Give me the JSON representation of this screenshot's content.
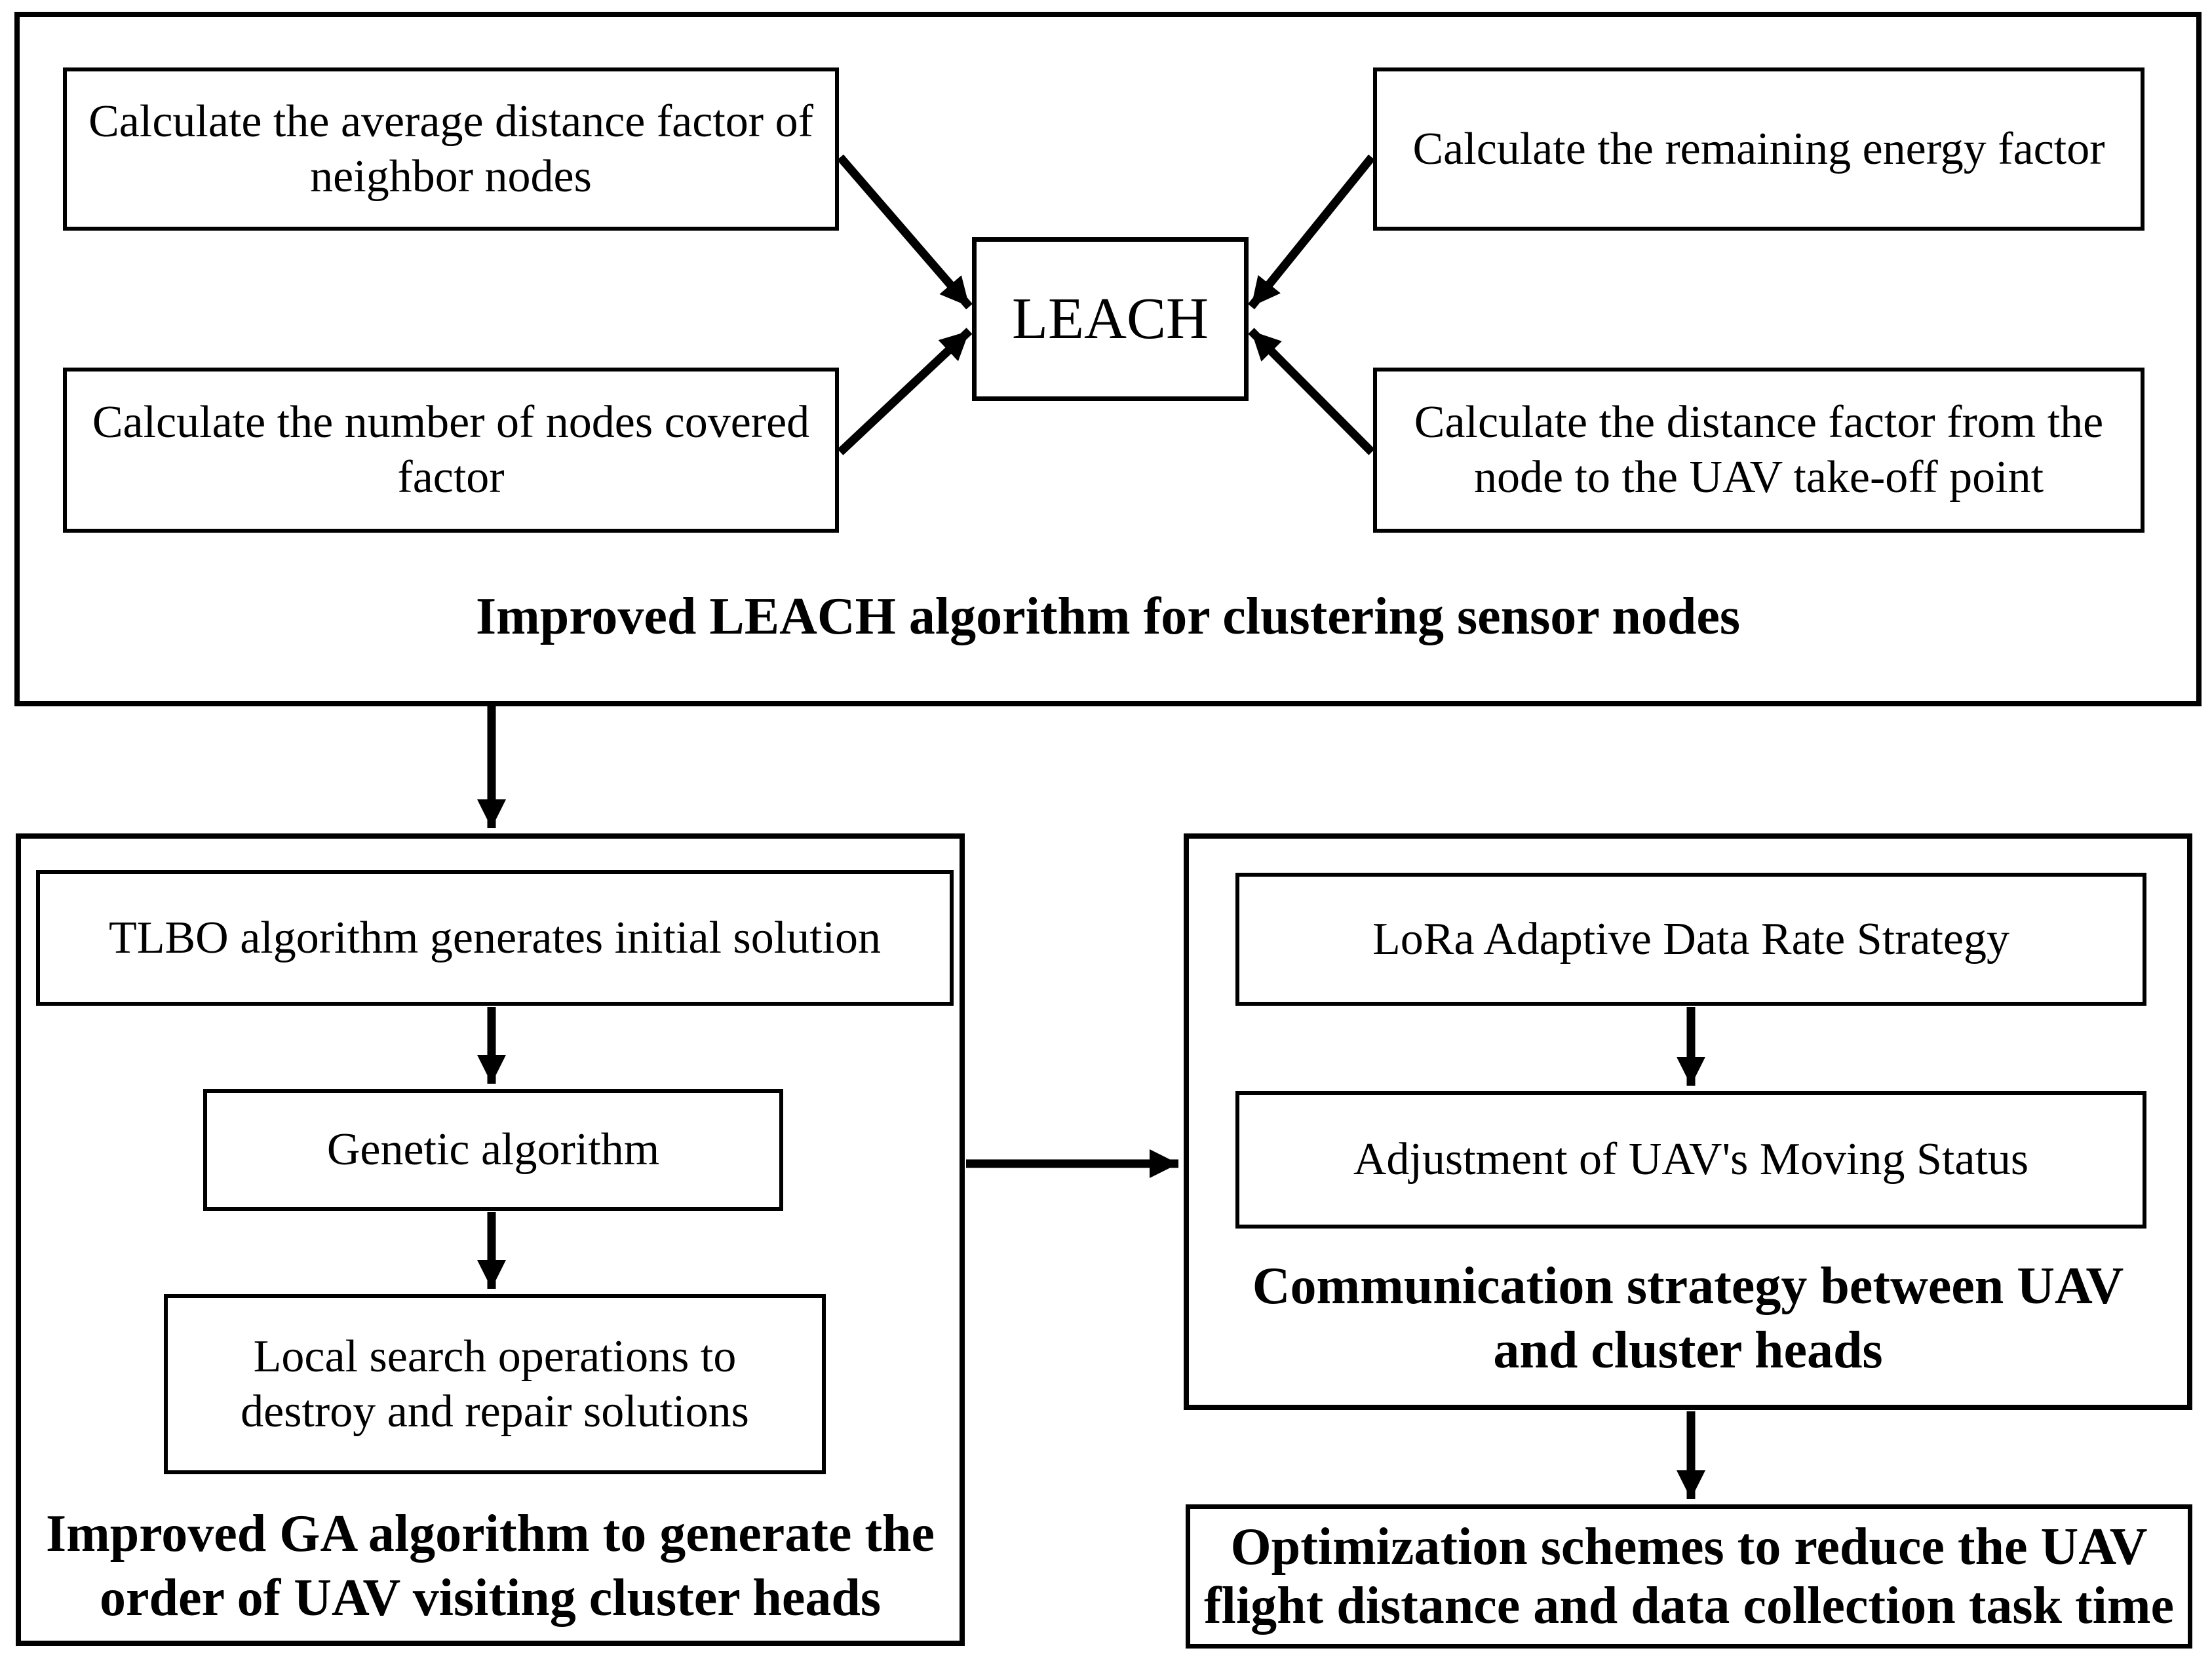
{
  "colors": {
    "ink": "#000000",
    "background": "#ffffff"
  },
  "leach_section": {
    "caption": "Improved LEACH algorithm for clustering sensor nodes",
    "center_node": {
      "label": "LEACH"
    },
    "factors": {
      "avg_distance": {
        "lines": [
          "Calculate the average distance factor of",
          "neighbor nodes"
        ]
      },
      "nodes_covered": {
        "lines": [
          "Calculate the number of nodes covered",
          "factor"
        ]
      },
      "remaining_energy": {
        "lines": [
          "Calculate the remaining energy factor"
        ]
      },
      "distance_takeoff": {
        "lines": [
          "Calculate the distance factor from the",
          "node to the UAV take-off point"
        ]
      }
    }
  },
  "ga_section": {
    "caption_lines": [
      "Improved GA algorithm to generate the",
      "order of UAV visiting cluster heads"
    ],
    "steps": {
      "tlbo": {
        "lines": [
          "TLBO algorithm generates initial solution"
        ]
      },
      "genetic": {
        "lines": [
          "Genetic algorithm"
        ]
      },
      "local_search": {
        "lines": [
          "Local search operations to",
          "destroy and repair solutions"
        ]
      }
    }
  },
  "comm_section": {
    "caption_lines": [
      "Communication strategy between UAV",
      "and cluster heads"
    ],
    "steps": {
      "lora": {
        "lines": [
          "LoRa Adaptive Data Rate Strategy"
        ]
      },
      "adjustment": {
        "lines": [
          "Adjustment of UAV's Moving Status"
        ]
      }
    }
  },
  "outcome": {
    "lines": [
      "Optimization schemes to reduce the UAV",
      "flight distance and data collection task time"
    ]
  }
}
